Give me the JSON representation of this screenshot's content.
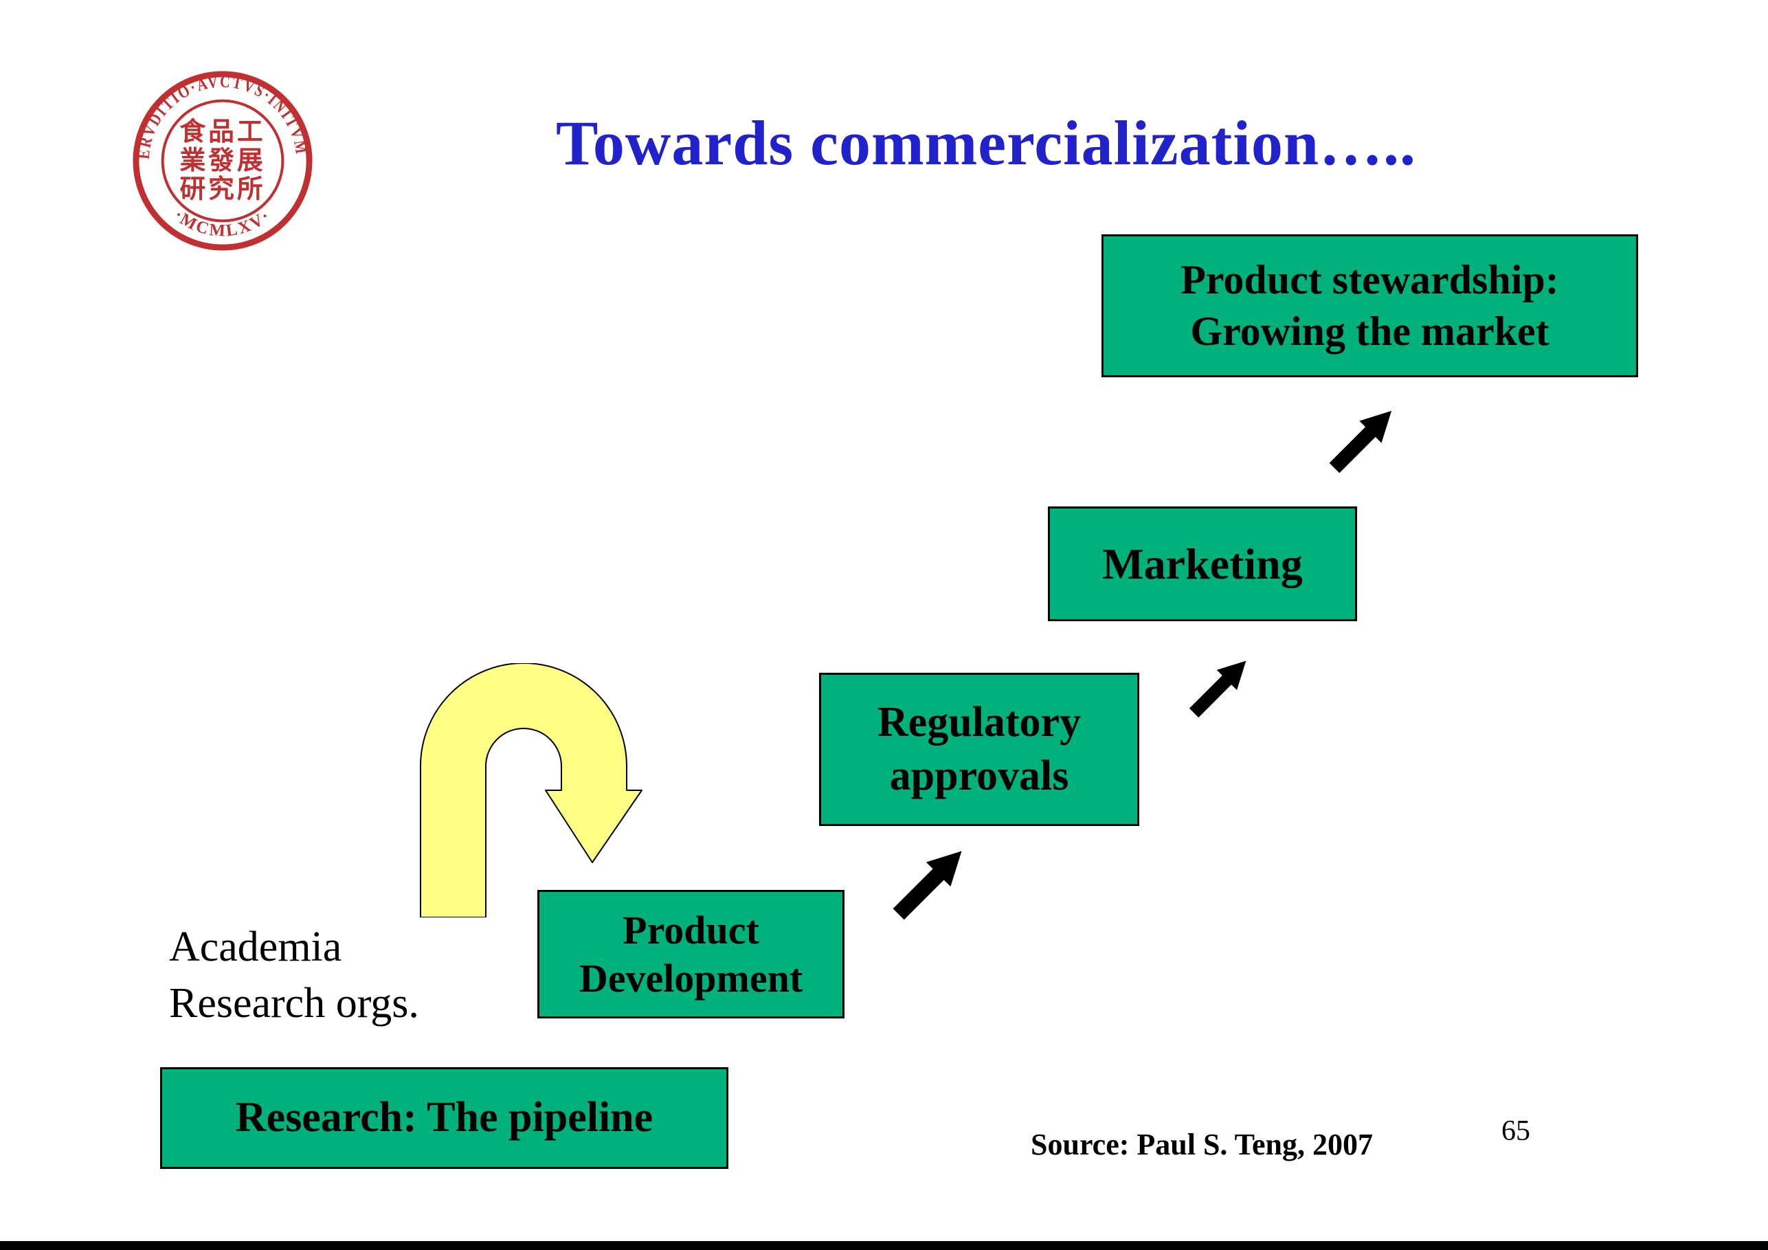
{
  "slide": {
    "title": "Towards commercialization…..",
    "title_color": "#2222CC",
    "background": "#FFFFFF"
  },
  "logo": {
    "ring_top_text": "ERVDITIO·AVCTVS·INITVM",
    "ring_bottom_text": "·MCMLXV·",
    "center_row1": "食品工",
    "center_row2": "業發展",
    "center_row3": "研究所",
    "seal_color": "#C03030"
  },
  "diagram": {
    "box_fill": "#00B17C",
    "loop_arrow_color": "#FFFF85",
    "step_arrow_color": "#000000",
    "boxes": {
      "stewardship": {
        "line1": "Product stewardship:",
        "line2": "Growing the market"
      },
      "marketing": {
        "label": "Marketing"
      },
      "regulatory": {
        "line1": "Regulatory",
        "line2": "approvals"
      },
      "product_dev": {
        "line1": "Product",
        "line2": "Development"
      },
      "research": {
        "label": "Research: The pipeline"
      }
    },
    "labels": {
      "academia_line1": "Academia",
      "academia_line2": "Research orgs."
    }
  },
  "footer": {
    "source": "Source: Paul S. Teng, 2007",
    "page_number": "65"
  }
}
